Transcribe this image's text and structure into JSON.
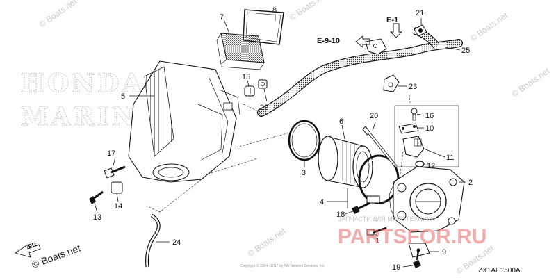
{
  "brand_watermark": [
    "HONDA",
    "MARINE"
  ],
  "watermarks": {
    "site": "© Boats.net",
    "seller": "ЗАПЧАСТИ ДЛЯ МОТОТЕХНИКИ",
    "seller_logo": "PARTSFOR.RU"
  },
  "refs": {
    "e1": "E-1",
    "e910": "E-9-10"
  },
  "callouts": {
    "c1": "1",
    "c2": "2",
    "c3": "3",
    "c4": "4",
    "c5": "5",
    "c6": "6",
    "c7": "7",
    "c8": "8",
    "c9": "9",
    "c10": "10",
    "c11": "11",
    "c12": "12",
    "c13": "13",
    "c14": "14",
    "c15": "15",
    "c16": "16",
    "c17": "17",
    "c18": "18",
    "c19": "19",
    "c20": "20",
    "c21": "21",
    "c22": "22",
    "c23": "23",
    "c24": "24",
    "c25": "25"
  },
  "direction_label": "FR.",
  "bottom_site": "© Boats.net",
  "diagram_code": "ZX1AE1500A",
  "copyright": "Copyright © 2004 - 2017 by ARI Network Services, Inc."
}
